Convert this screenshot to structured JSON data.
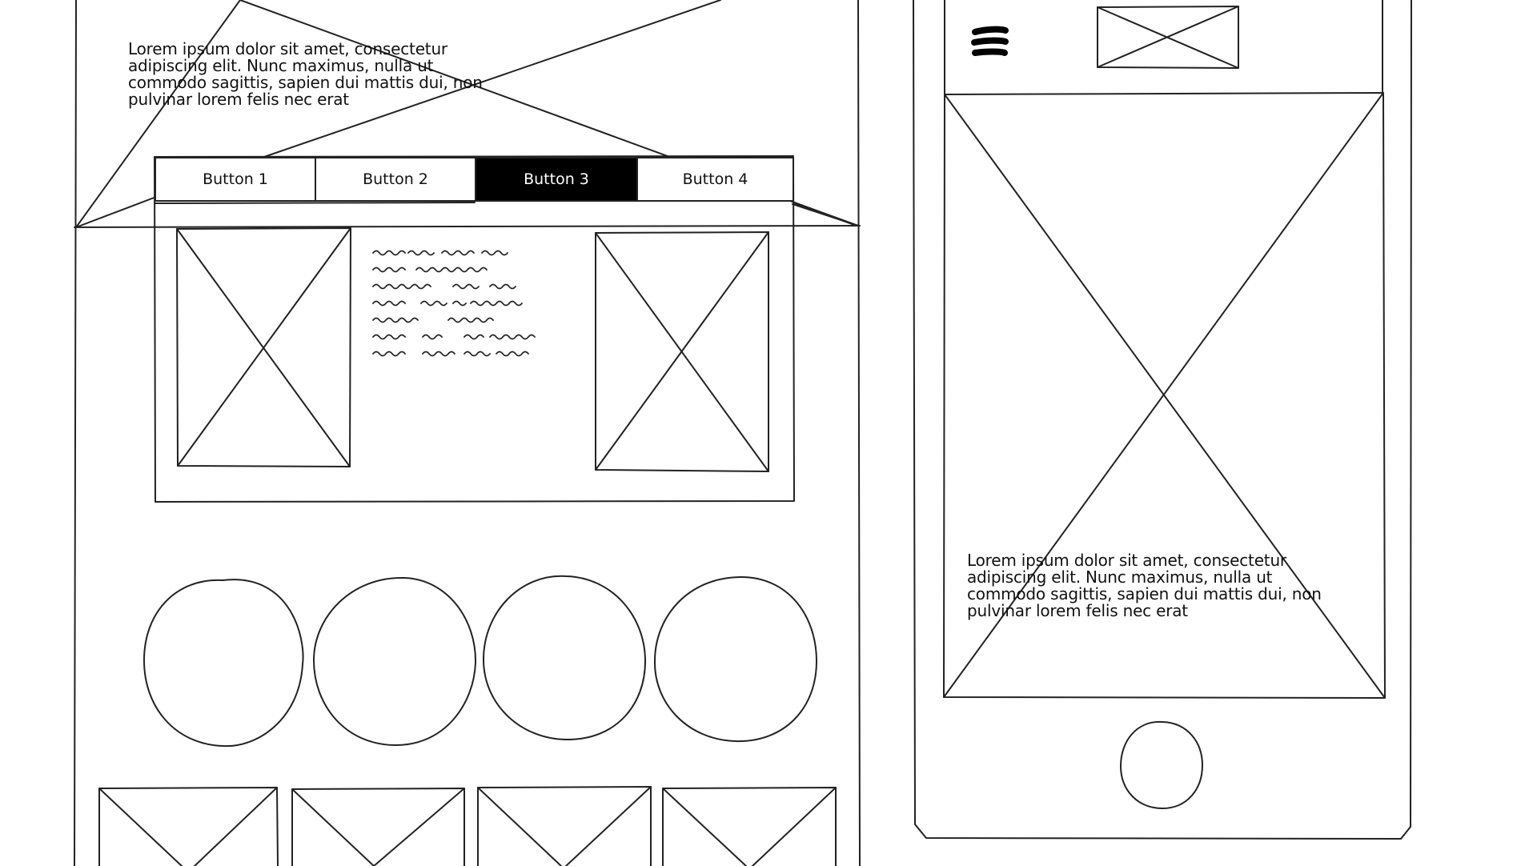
{
  "desktop": {
    "lorem_text": "Lorem ipsum dolor sit amet, consectetur adipiscing elit. Nunc maximus, nulla ut commodo sagittis, sapien dui mattis dui, non pulvinar lorem felis nec erat",
    "tabs": [
      {
        "label": "Button 1",
        "active": false
      },
      {
        "label": "Button 2",
        "active": false
      },
      {
        "label": "Button 3",
        "active": true
      },
      {
        "label": "Button 4",
        "active": false
      }
    ],
    "squiggle_lines": 7,
    "circle_count": 4,
    "thumbnail_count": 4
  },
  "mobile": {
    "menu_icon": "hamburger-menu-icon",
    "lorem_text": "Lorem ipsum dolor sit amet, consectetur adipiscing elit. Nunc maximus, nulla ut commodo sagittis, sapien dui mattis dui, non pulvinar lorem felis nec erat"
  },
  "colors": {
    "stroke": "#222222",
    "active_tab_bg": "#000000",
    "active_tab_text": "#ffffff",
    "background": "#ffffff"
  }
}
